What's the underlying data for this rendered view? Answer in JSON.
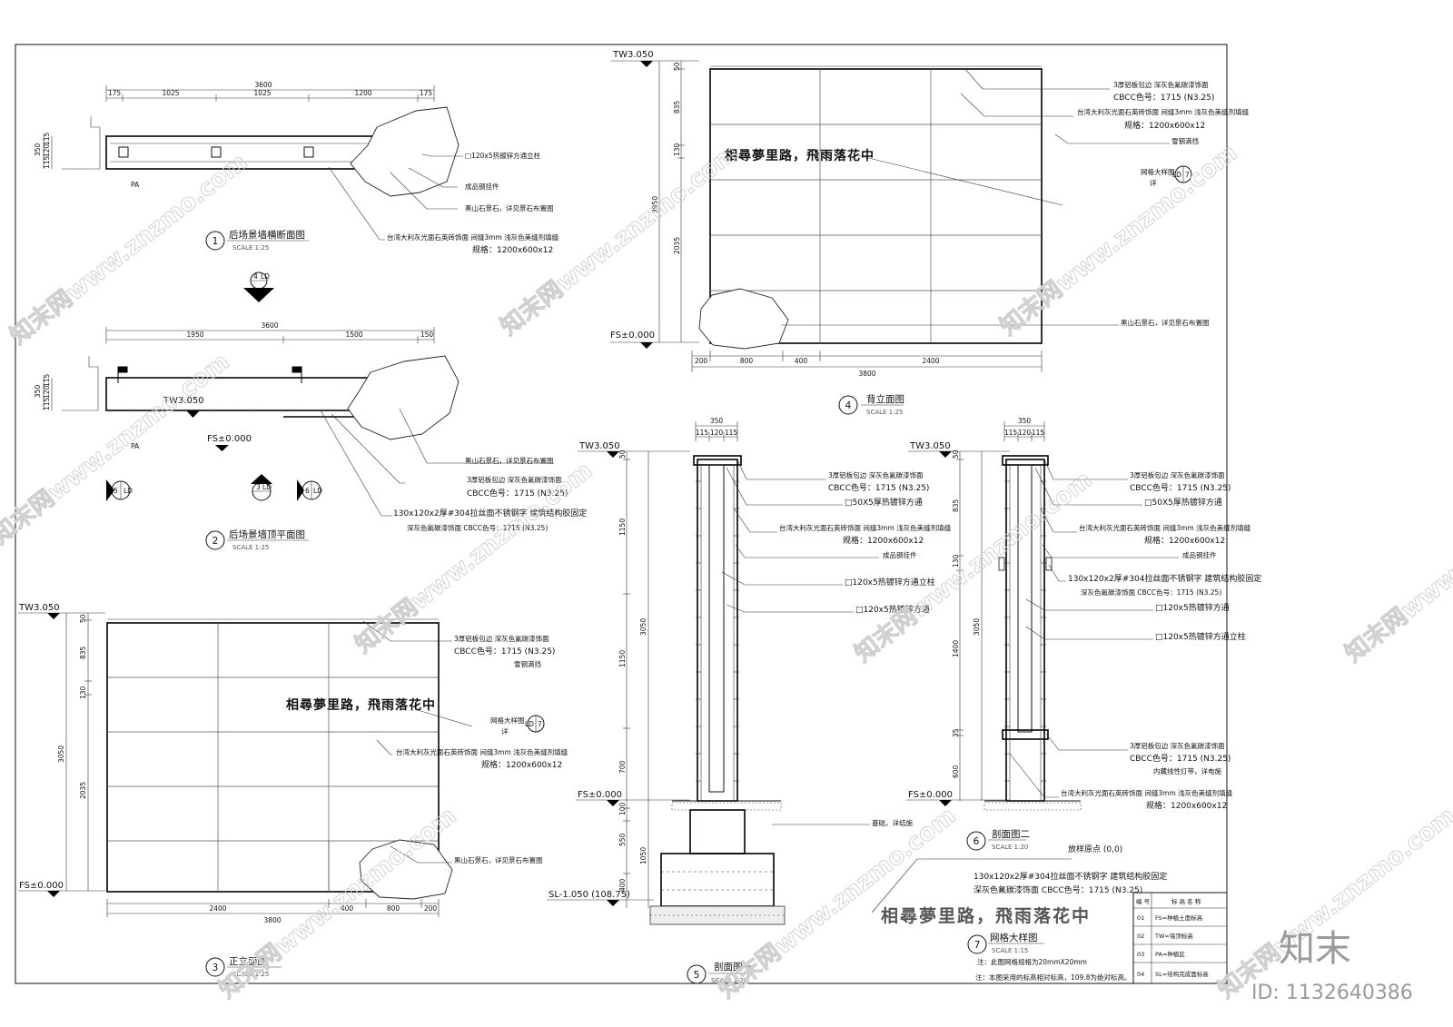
{
  "inscription": "相尋夢里路，飛雨落花中",
  "views": {
    "v1": {
      "num": "1",
      "title": "后场景墙横断面图",
      "scale": "SCALE         1:25"
    },
    "v2": {
      "num": "2",
      "title": "后场景墙顶平面图",
      "scale": "SCALE         1:25"
    },
    "v3": {
      "num": "3",
      "title": "正立面图",
      "scale": "SCALE 1:25"
    },
    "v4": {
      "num": "4",
      "title": "背立面图",
      "scale": "SCALE 1:25"
    },
    "v5": {
      "num": "5",
      "title": "剖面图一",
      "scale": "SCALE 1:20"
    },
    "v6": {
      "num": "6",
      "title": "剖面图二",
      "scale": "SCALE 1:20"
    },
    "v7": {
      "num": "7",
      "title": "网格大样图",
      "scale": "SCALE 1:15"
    }
  },
  "levels": {
    "tw": "TW3.050",
    "fs": "FS±0.000",
    "sl": "SL-1.050 (108.75)"
  },
  "markers": {
    "ld": "LD",
    "n4": "4",
    "n5": "5",
    "n3": "3",
    "n6": "6",
    "n7": "7"
  },
  "labels": {
    "pa": "PA",
    "post": "□120x5热镀锌方通立柱",
    "finished_pendant": "成品钢挂件",
    "rock": "黑山石景石，详见景石布置图",
    "tile_1": "台湾大利灰光面石英砖饰面 间缝3mm 浅灰色美缝剂填缝",
    "tile_2": "规格：1200x600x12",
    "alum_1": "3厚铝板包边 深灰色氟碳漆饰面",
    "alum_2": "CBCC色号：1715 (N3.25)",
    "letters_1": "130x120x2厚#304拉丝面不锈钢字 建筑结构胶固定",
    "letters_2": "深灰色氟碳漆饰面 CBCC色号：1715 (N3.25)",
    "gutter": "雪钢滴挡",
    "grid_detail": "网格大样图",
    "see": "详",
    "tube50": "□50X5厚热镀锌方通",
    "beam120": "□120x5热镀锌方通",
    "led": "内藏线性灯带，详电施",
    "foundation": "基础，详结施",
    "origin": "放样原点 (0,0)",
    "note_1": "注：此图网格规格为20mmX20mm",
    "note_2": "注：本图采用的标高相对标高，109.8为绝对标高。"
  },
  "dims": {
    "v1_total": "3600",
    "v1_segs": [
      "175",
      "1025",
      "1025",
      "1200",
      "175"
    ],
    "v1_left": [
      "350",
      "115",
      "120",
      "115"
    ],
    "v2_total": "3600",
    "v2_segs": [
      "1950",
      "1500",
      "150"
    ],
    "v2_left": [
      "350",
      "115",
      "120",
      "115"
    ],
    "v3_bottom": [
      "2400",
      "400",
      "800",
      "200"
    ],
    "v3_total": "3800",
    "v3_left": [
      "50",
      "835",
      "130",
      "3050",
      "2035"
    ],
    "v4_bottom": [
      "200",
      "800",
      "400",
      "2400"
    ],
    "v4_total": "3800",
    "v4_left": [
      "50",
      "835",
      "130",
      "3950",
      "2035"
    ],
    "v5_top": [
      "350",
      "115",
      "120",
      "115"
    ],
    "v5_left": [
      "50",
      "1150",
      "3050",
      "1150",
      "700",
      "100",
      "550",
      "1050",
      "400"
    ],
    "v6_top": [
      "350",
      "115",
      "120",
      "115"
    ],
    "v6_left": [
      "50",
      "835",
      "130",
      "3050",
      "1400",
      "35",
      "600"
    ]
  },
  "legend": {
    "head_no": "编 号",
    "head_name": "标 高 名 称",
    "rows": [
      {
        "no": "01",
        "name": "FS=种植土面标高"
      },
      {
        "no": "02",
        "name": "TW=墙顶标高"
      },
      {
        "no": "03",
        "name": "PA=种植区"
      },
      {
        "no": "04",
        "name": "SL=结构完成面标高"
      }
    ]
  },
  "brand": {
    "watermark": "知末网www.znzmo.com",
    "logo": "知末",
    "id": "ID: 1132640386"
  }
}
